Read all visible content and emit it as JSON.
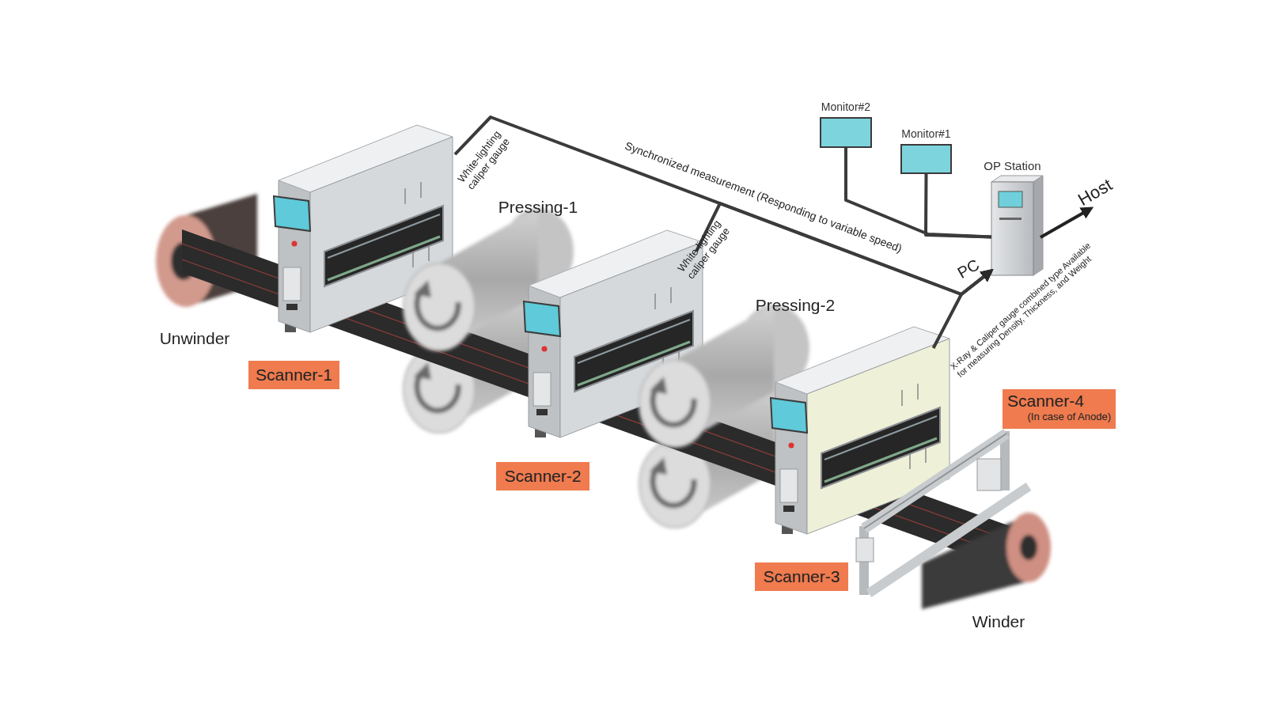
{
  "diagram": {
    "nodes": [
      {
        "text": [
          "Scanner-1"
        ]
      },
      {
        "text": [
          "Scanner-2"
        ]
      },
      {
        "text": [
          "Scanner-3"
        ]
      },
      {
        "text": [
          "Scanner-4",
          "(In case of Anode)"
        ]
      },
      {
        "text": [
          "Monitor#2"
        ]
      },
      {
        "text": [
          "Monitor#1"
        ]
      },
      {
        "text": [
          "OP Station"
        ]
      }
    ],
    "edges": [
      {
        "from": 0,
        "to": 6,
        "arrow": "to",
        "label": "Synchronized measurement (Responding to variable speed)"
      },
      {
        "from": 1,
        "to": 6,
        "arrow": "to"
      },
      {
        "from": 2,
        "to": 6,
        "arrow": "to",
        "label": "X-Ray & Caliper gauge combined type Available for measuring Density, Thickness, and Weight"
      },
      {
        "from": 4,
        "to": 6,
        "arrow": "none"
      },
      {
        "from": 5,
        "to": 6,
        "arrow": "none"
      }
    ],
    "labels": [
      "Unwinder",
      "Pressing-1",
      "White-lighting caliper gauge",
      "Pressing-2",
      "White-lighting caliper gauge",
      "PC",
      "Host",
      "Winder"
    ]
  }
}
